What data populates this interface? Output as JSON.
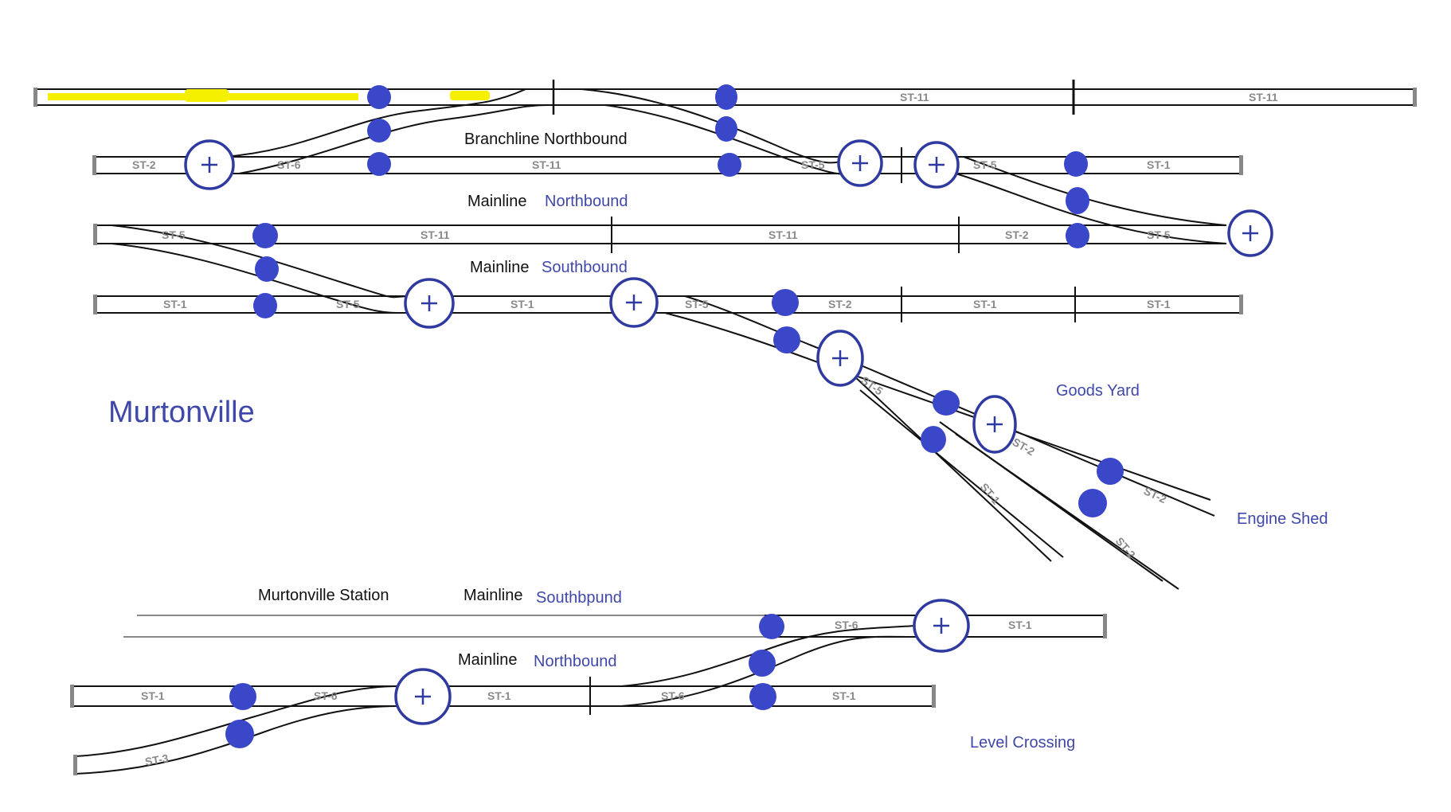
{
  "title": "Murtonville",
  "labels": {
    "branchline_nb": "Branchline Northbound",
    "mainline_nb_top_a": "Mainline",
    "mainline_nb_top_b": "Northbound",
    "mainline_sb_top_a": "Mainline",
    "mainline_sb_top_b": "Southbound",
    "goods_yard": "Goods Yard",
    "engine_shed": "Engine Shed",
    "station": "Murtonville Station",
    "mainline_sb_bot_a": "Mainline",
    "mainline_sb_bot_b": "Southbpund",
    "mainline_nb_bot_a": "Mainline",
    "mainline_nb_bot_b": "Northbound",
    "level_crossing": "Level Crossing"
  },
  "track_segments": {
    "row1": [
      "ST-11",
      "ST-11"
    ],
    "row2": [
      "ST-2",
      "ST-6",
      "ST-11",
      "ST-5",
      "ST-5",
      "ST-1"
    ],
    "row3": [
      "ST-5",
      "ST-11",
      "ST-11",
      "ST-2",
      "ST-5"
    ],
    "row4": [
      "ST-1",
      "ST-5",
      "ST-1",
      "ST-5",
      "ST-2",
      "ST-1",
      "ST-1"
    ],
    "yard": [
      "ST-5",
      "ST-1",
      "ST-2",
      "ST-2",
      "ST-2"
    ],
    "row5": [
      "ST-6",
      "ST-1"
    ],
    "row6": [
      "ST-1",
      "ST-6",
      "ST-1",
      "ST-6",
      "ST-1"
    ],
    "row6_branch": [
      "ST-3"
    ]
  },
  "colors": {
    "accent_blue": "#3f48a8",
    "marker_blue": "#3a47c9",
    "highlight_yellow": "#f5f000",
    "rail": "#111111"
  },
  "icons": {
    "point_motor": "plus-circle-icon",
    "isolator": "blue-dot-icon"
  }
}
